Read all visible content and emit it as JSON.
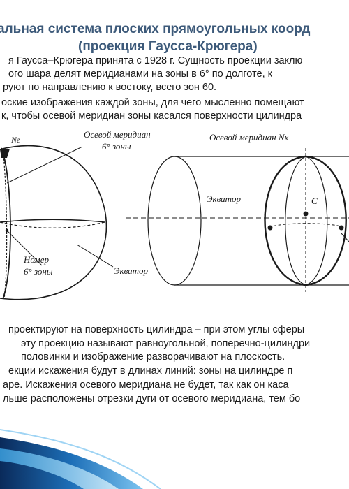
{
  "title": {
    "line1": "альная система плоских прямоугольных коорд",
    "line2": "(проекция Гаусса-Крюгера)"
  },
  "intro": [
    "я Гаусса–Крюгера принята с 1928 г. Сущность проекции заклю",
    "ого шара делят меридианами на зоны в 6° по долготе, к",
    "руют по направлению к востоку, всего зон 60.",
    "оские изображения каждой зоны, для чего мысленно помещают",
    "к, чтобы осевой меридиан зоны касался поверхности цилиндра"
  ],
  "figure": {
    "axial_meridian_line1": "Осевой меридиан",
    "axial_meridian_line2": "6° зоны",
    "axial_meridian_nx": "Осевой меридиан Nх",
    "equator_left": "Экватор",
    "equator_right": "Экватор",
    "zone_number_line1": "Номер",
    "zone_number_line2": "6° зоны",
    "pole_label": "Nг",
    "center_label": "C"
  },
  "body": [
    "проектируют на поверхность цилиндра – при этом углы сферы",
    "эту проекцию называют равноугольной, поперечно-цилиндри",
    "половинки и изображение разворачивают на плоскость.",
    "екции искажения будут в длинах линий: зоны на цилиндре п",
    "аре. Искажения осевого меридиана не будет, так как он каса",
    "льше расположены отрезки дуги от осевого меридиана, тем бо"
  ]
}
